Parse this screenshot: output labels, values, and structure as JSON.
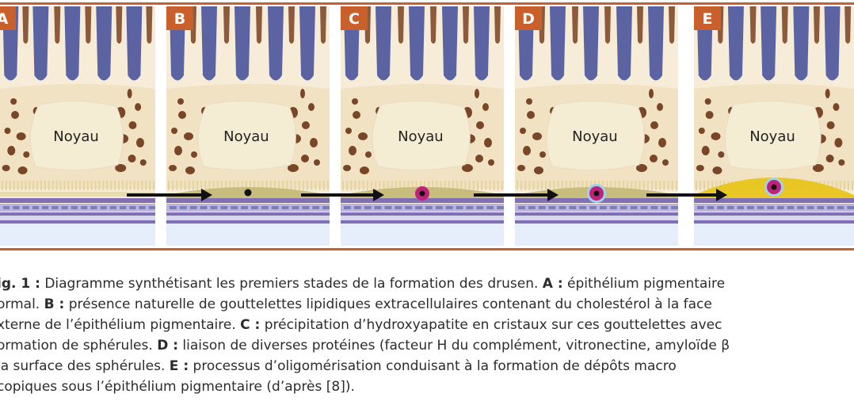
{
  "panels": [
    {
      "letter": "A",
      "label": "Noyau",
      "stage": 0
    },
    {
      "letter": "B",
      "label": "Noyau",
      "stage": 1
    },
    {
      "letter": "C",
      "label": "Noyau",
      "stage": 2
    },
    {
      "letter": "D",
      "label": "Noyau",
      "stage": 3
    },
    {
      "letter": "E",
      "label": "Noyau",
      "stage": 4
    }
  ],
  "colors": {
    "frame": "#c9602c",
    "badge": "#c9602c",
    "background": "#f7ecd8",
    "photoreceptor_blue": "#5c63a3",
    "photoreceptor_brown": "#8e5a3c",
    "nucleus": "#f5ecd4",
    "pigment": "#7a4628",
    "membrane": "#8270b4",
    "membrane_light": "#bcb3df",
    "drusen_layer": "#c5bb78",
    "deposit_yellow": "#e7c51c",
    "spherule_core": "#c0227a",
    "protein_ring": "#9fd2ee",
    "arrow": "#111111"
  },
  "caption": {
    "line1": {
      "p1": "ig. 1 :",
      "p2": " Diagramme synthétisant les premiers stades de la formation des drusen. ",
      "p3": "A :",
      "p4": " épithélium pigmentaire"
    },
    "line2": {
      "p1": "ormal. ",
      "p2": "B :",
      "p3": " présence naturelle de gouttelettes lipidiques extracellulaires contenant du cholestérol à la face"
    },
    "line3": {
      "p1": "xterne de l’épithélium pigmentaire. ",
      "p2": "C :",
      "p3": " précipitation d’hydroxyapatite en cristaux sur ces gouttelettes avec"
    },
    "line4": {
      "p1": "ormation de sphérules. ",
      "p2": "D :",
      "p3": " liaison de diverses protéines (facteur H du complément, vitronectine, amyloïde β"
    },
    "line5": {
      "p1": " la surface des sphérules. ",
      "p2": "E :",
      "p3": " processus d’oligomérisation conduisant à la formation de dépôts macro"
    },
    "line6": {
      "p1": "copiques sous l’épithélium pigmentaire (d’après [8])."
    }
  }
}
